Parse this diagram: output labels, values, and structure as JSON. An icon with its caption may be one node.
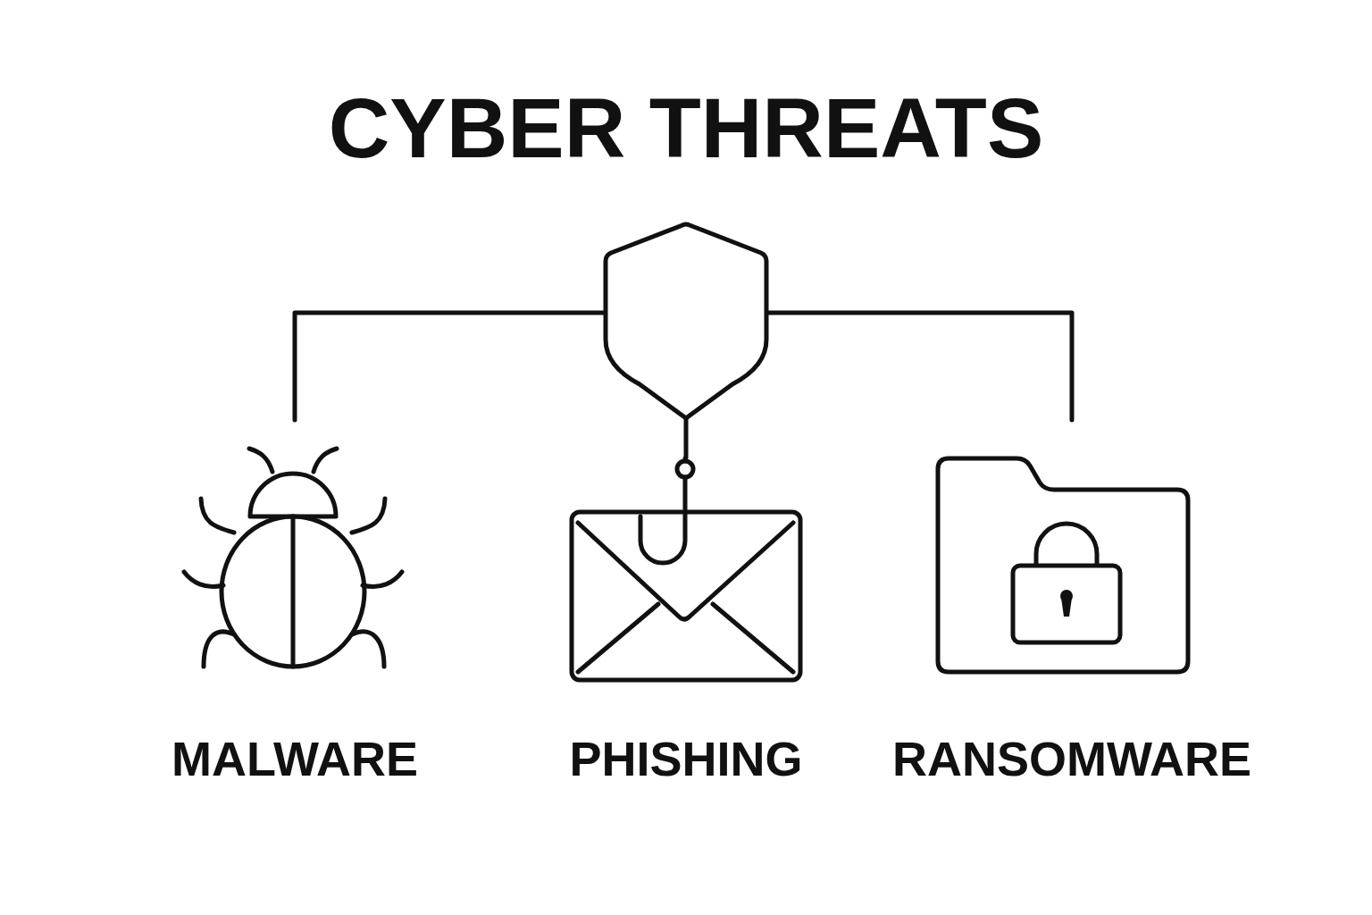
{
  "diagram": {
    "title": "CYBER THREATS",
    "nodes": [
      {
        "text": [],
        "shape": "shield"
      },
      {
        "text": [
          "MALWARE"
        ]
      },
      {
        "text": [
          "PHISHING"
        ]
      },
      {
        "text": [
          "RANSOMWARE"
        ]
      }
    ],
    "edges": [
      {
        "from": 0,
        "to": 1,
        "arrow": "none"
      },
      {
        "from": 0,
        "to": 2,
        "arrow": "none"
      },
      {
        "from": 0,
        "to": 3,
        "arrow": "none"
      }
    ]
  }
}
